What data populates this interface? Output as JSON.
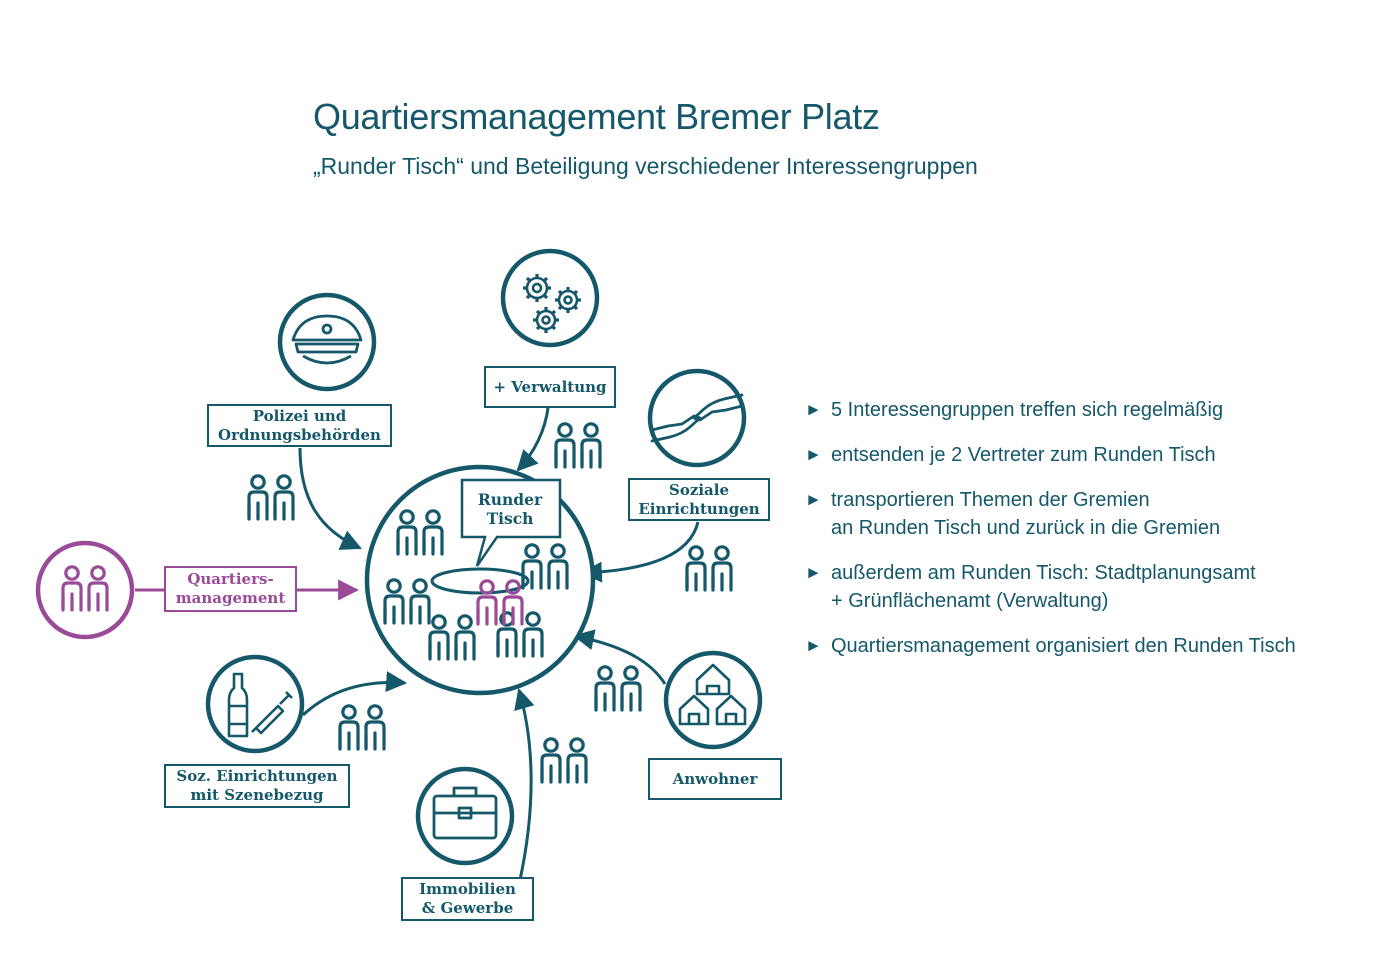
{
  "header": {
    "title": "Quartiersmanagement Bremer Platz",
    "subtitle": "„Runder Tisch“ und Beteiligung verschiedener Interessengruppen"
  },
  "center": {
    "label_line1": "Runder",
    "label_line2": "Tisch"
  },
  "groups": {
    "polizei": {
      "label": "Polizei und\nOrdnungsbehörden",
      "icon": "police-cap-icon"
    },
    "verwaltung": {
      "label": "+ Verwaltung",
      "icon": "gears-icon"
    },
    "soziale": {
      "label": "Soziale\nEinrichtungen",
      "icon": "helping-hands-icon"
    },
    "quartiersmanagement": {
      "label": "Quartiers-\nmanagement",
      "icon": "people-pair-icon"
    },
    "szene": {
      "label": "Soz. Einrichtungen\nmit Szenebezug",
      "icon": "bottle-syringe-icon"
    },
    "immobilien": {
      "label": "Immobilien\n& Gewerbe",
      "icon": "briefcase-icon"
    },
    "anwohner": {
      "label": "Anwohner",
      "icon": "houses-icon"
    }
  },
  "bullets": [
    {
      "lines": [
        "5 Interessengruppen treffen sich regelmäßig"
      ]
    },
    {
      "lines": [
        "entsenden je 2 Vertreter zum Runden Tisch"
      ]
    },
    {
      "lines": [
        "transportieren Themen der Gremien",
        "an Runden Tisch und zurück in die Gremien"
      ]
    },
    {
      "lines": [
        "außerdem am Runden Tisch: Stadtplanungsamt",
        " + Grünflächenamt (Verwaltung)"
      ]
    },
    {
      "lines": [
        "Quartiersmanagement organisiert den Runden Tisch"
      ]
    }
  ],
  "bullet_marker": "►",
  "colors": {
    "primary": "#14586a",
    "accent": "#9a4b97",
    "background": "#ffffff"
  }
}
